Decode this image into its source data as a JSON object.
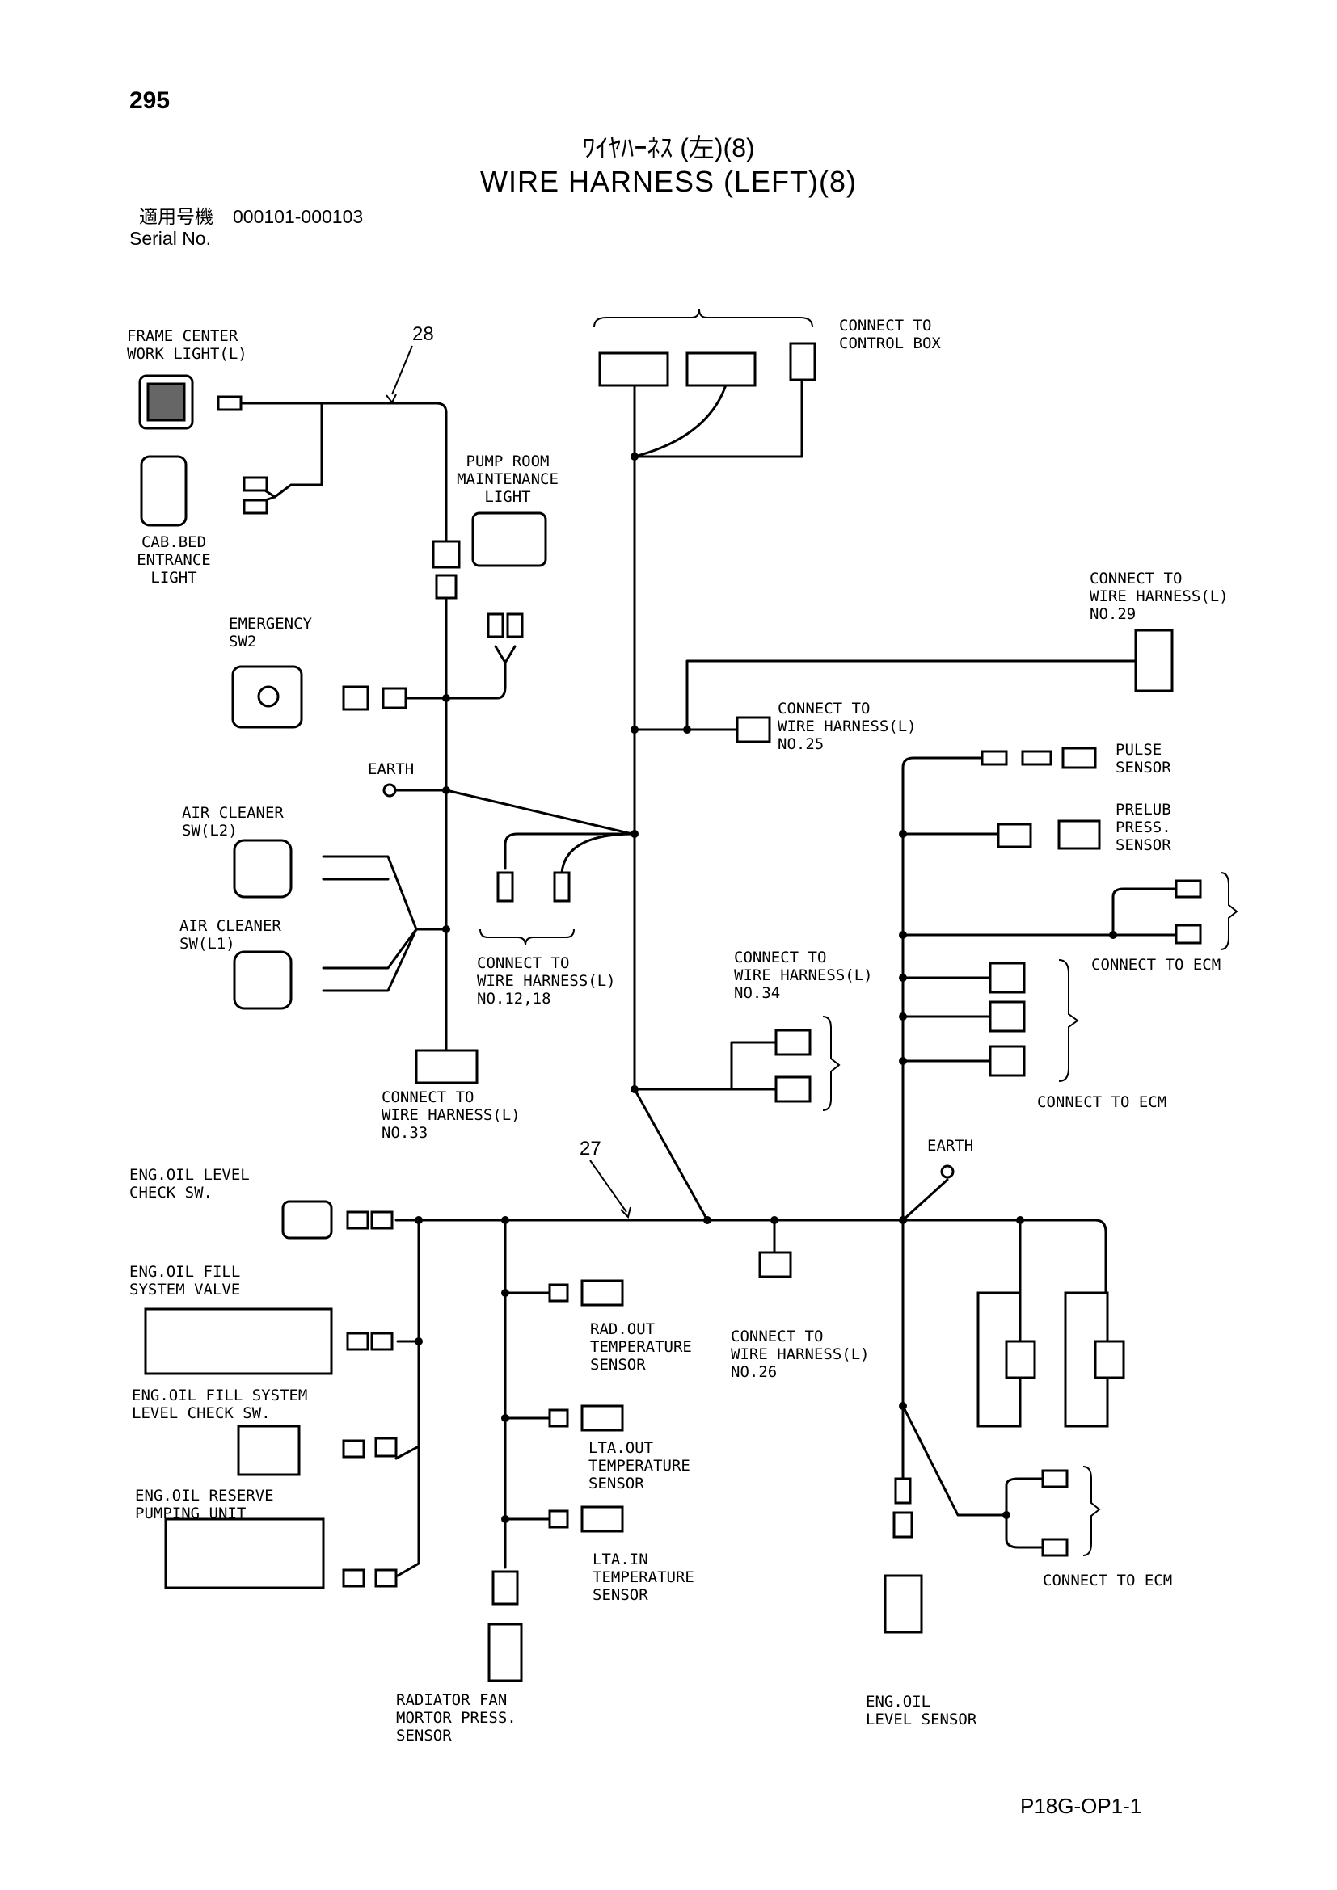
{
  "page_number": "295",
  "title_jp": "ﾜｲﾔﾊｰﾈｽ (左)(8)",
  "title_en": "WIRE HARNESS (LEFT)(8)",
  "serial_label_jp": "適用号機",
  "serial_value": "000101-000103",
  "serial_label_en": "Serial No.",
  "footer_code": "P18G-OP1-1",
  "callouts": {
    "harness_28": "28",
    "harness_27": "27"
  },
  "labels": {
    "frame_center_work_light": [
      "FRAME CENTER",
      "WORK LIGHT(L)"
    ],
    "cab_bed_entrance_light": [
      "CAB.BED",
      "ENTRANCE",
      "LIGHT"
    ],
    "pump_room_maintenance_light": [
      "PUMP ROOM",
      "MAINTENANCE",
      "LIGHT"
    ],
    "emergency_sw2": [
      "EMERGENCY",
      "SW2"
    ],
    "earth_upper": [
      "EARTH"
    ],
    "air_cleaner_sw_l2": [
      "AIR CLEANER",
      "SW(L2)"
    ],
    "air_cleaner_sw_l1": [
      "AIR CLEANER",
      "SW(L1)"
    ],
    "connect_no33": [
      "CONNECT TO",
      "WIRE HARNESS(L)",
      "NO.33"
    ],
    "connect_no12_18": [
      "CONNECT TO",
      "WIRE HARNESS(L)",
      "NO.12,18"
    ],
    "connect_control_box": [
      "CONNECT TO",
      "CONTROL BOX"
    ],
    "connect_no29": [
      "CONNECT TO",
      "WIRE HARNESS(L)",
      "NO.29"
    ],
    "connect_no25": [
      "CONNECT TO",
      "WIRE HARNESS(L)",
      "NO.25"
    ],
    "pulse_sensor": [
      "PULSE",
      "SENSOR"
    ],
    "prelub_press_sensor": [
      "PRELUB",
      "PRESS.",
      "SENSOR"
    ],
    "connect_ecm_1": [
      "CONNECT TO ECM"
    ],
    "connect_no34": [
      "CONNECT TO",
      "WIRE HARNESS(L)",
      "NO.34"
    ],
    "connect_ecm_2": [
      "CONNECT TO ECM"
    ],
    "earth_lower": [
      "EARTH"
    ],
    "eng_oil_level_check_sw": [
      "ENG.OIL LEVEL",
      "CHECK SW."
    ],
    "eng_oil_fill_system_valve": [
      "ENG.OIL FILL",
      "SYSTEM VALVE"
    ],
    "eng_oil_fill_system_level_check_sw": [
      "ENG.OIL FILL SYSTEM",
      "LEVEL CHECK SW."
    ],
    "eng_oil_reserve_pumping_unit": [
      "ENG.OIL RESERVE",
      "PUMPING UNIT"
    ],
    "rad_out_temp_sensor": [
      "RAD.OUT",
      "TEMPERATURE",
      "SENSOR"
    ],
    "connect_no26": [
      "CONNECT TO",
      "WIRE HARNESS(L)",
      "NO.26"
    ],
    "lta_out_temp_sensor": [
      "LTA.OUT",
      "TEMPERATURE",
      "SENSOR"
    ],
    "lta_in_temp_sensor": [
      "LTA.IN",
      "TEMPERATURE",
      "SENSOR"
    ],
    "radiator_fan_motor_press_sensor": [
      "RADIATOR FAN",
      "MORTOR PRESS.",
      "SENSOR"
    ],
    "eng_oil_level_sensor": [
      "ENG.OIL",
      "LEVEL SENSOR"
    ],
    "connect_ecm_3": [
      "CONNECT TO ECM"
    ]
  }
}
